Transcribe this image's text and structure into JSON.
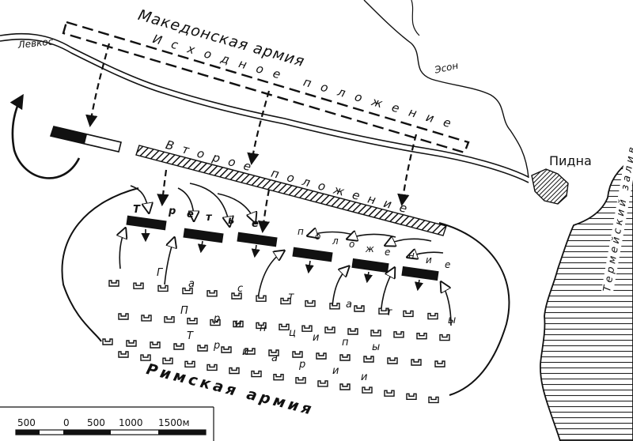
{
  "labels": {
    "macedonian_army": "Македонская армия",
    "initial_position": "Исходное положение",
    "second_position": "Второе положение",
    "roman_army": "Римская армия",
    "town_pydna": "Пидна",
    "river_leukos": "Левкос",
    "river_eson": "Эсон",
    "gulf": "Термейский залив"
  },
  "roman_lines": {
    "hastati": [
      "Г",
      "а",
      "с",
      "т",
      "а",
      "т",
      "ы"
    ],
    "principes": [
      "П",
      "р",
      "и",
      "н",
      "ц",
      "и",
      "п",
      "ы"
    ],
    "triarii": [
      "Т",
      "р",
      "и",
      "а",
      "р",
      "и",
      "и"
    ],
    "breakthrough": [
      "Т",
      "р",
      "е",
      "т",
      "ь",
      "е"
    ],
    "pursuit": [
      "п",
      "о",
      "л",
      "о",
      "ж",
      "е",
      "н",
      "и",
      "е"
    ]
  },
  "scale": {
    "ticks": [
      "500",
      "0",
      "500",
      "1000",
      "1500м"
    ]
  }
}
